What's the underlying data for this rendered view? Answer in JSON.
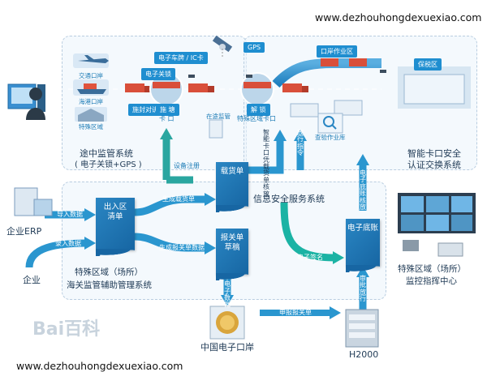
{
  "watermarks": {
    "top": "www.dezhouhongdexuexiao.com",
    "bottom": "www.dezhouhongdexuexiao.com"
  },
  "top_panel": {
    "ports": [
      "交通口岸",
      "海港口岸",
      "特殊区域"
    ],
    "tracking": "施封对讲",
    "seal_tag": "电子关锁",
    "rfid_tag": "电子车牌 / IC卡",
    "gps_tag": "GPS",
    "left_station": "施  塘",
    "left_gate": "卡  口",
    "mid_label": "在途监管",
    "right_station": "解  锁",
    "right_gate": "特殊区域卡口",
    "port_ops": "口岸作业区",
    "bonded_zone": "保税区",
    "inspection": "查验作业库",
    "left_title_1": "途中监管系统",
    "left_title_2": "( 电子关锁+GPS )",
    "right_title_1": "智能卡口安全",
    "right_title_2": "认证交换系统"
  },
  "flow": {
    "device_register": "设备注册",
    "smart_gate_release": "智能卡口凭载货单核放",
    "release_instruction": "放行指令",
    "clearance_confirm": "电子底账核放",
    "import_data": "导入数据",
    "input_data": "录入数据",
    "gen_cargo": "生成载货单",
    "gen_customs": "生成报关单数据",
    "e_sign": "电子签名",
    "customs_form": "报关单电子数据",
    "approve_release": "审批放行",
    "declare": "申报报关单"
  },
  "docs": {
    "io_list": "出入区\n清单",
    "cargo_list": "载货单",
    "customs_draft": "报关单\n草稿",
    "ledger": "电子底账"
  },
  "labels": {
    "erp": "企业ERP",
    "enterprise": "企业",
    "info_security": "信息安全服务系统",
    "bottom_title_1": "特殊区域（场所）",
    "bottom_title_2": "海关监管辅助管理系统",
    "eport": "中国电子口岸",
    "h2000": "H2000",
    "monitor_1": "特殊区域（场所）",
    "monitor_2": "监控指挥中心",
    "baidu": "Bai百科"
  },
  "colors": {
    "accent": "#1a7ab5",
    "arrow": "#2a96cf",
    "teal": "#1bb3a4"
  }
}
